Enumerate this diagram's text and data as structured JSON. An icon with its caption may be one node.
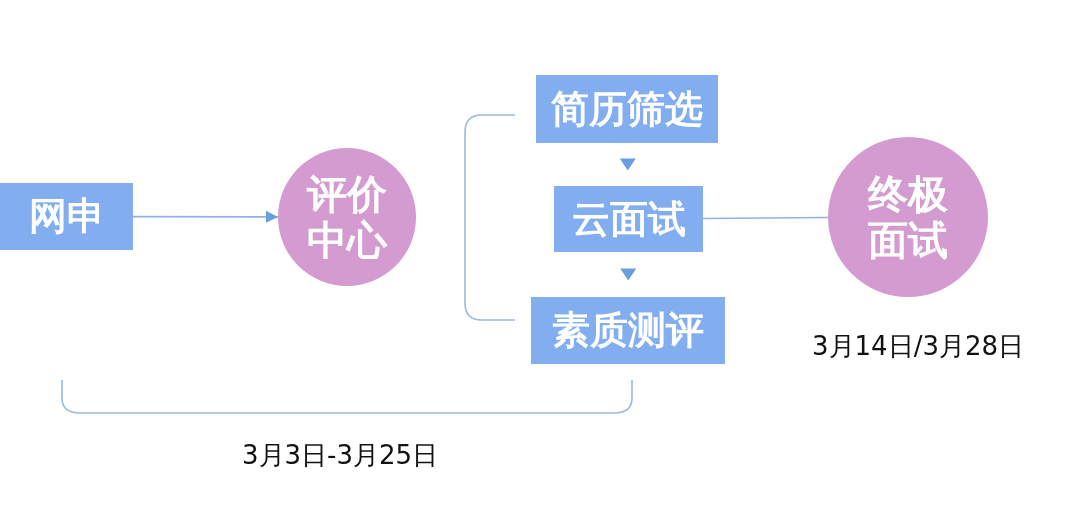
{
  "diagram": {
    "nodes": [
      {
        "text": [
          "网申"
        ]
      },
      {
        "text": [
          "评价中心"
        ]
      },
      {
        "text": [
          "简历筛选"
        ]
      },
      {
        "text": [
          "云面试"
        ]
      },
      {
        "text": [
          "素质测评"
        ]
      },
      {
        "text": [
          "终极面试"
        ],
        "beside": [
          "3月14日/3月28日"
        ]
      }
    ],
    "edges": [
      {
        "from": 0,
        "to": 1,
        "arrow": "to"
      },
      {
        "from": 2,
        "to": 3,
        "arrow": "to"
      },
      {
        "from": 3,
        "to": 4,
        "arrow": "to"
      },
      {
        "from": 3,
        "to": 5,
        "arrow": "none"
      }
    ],
    "labels": [
      "3月3日-3月25日"
    ]
  }
}
